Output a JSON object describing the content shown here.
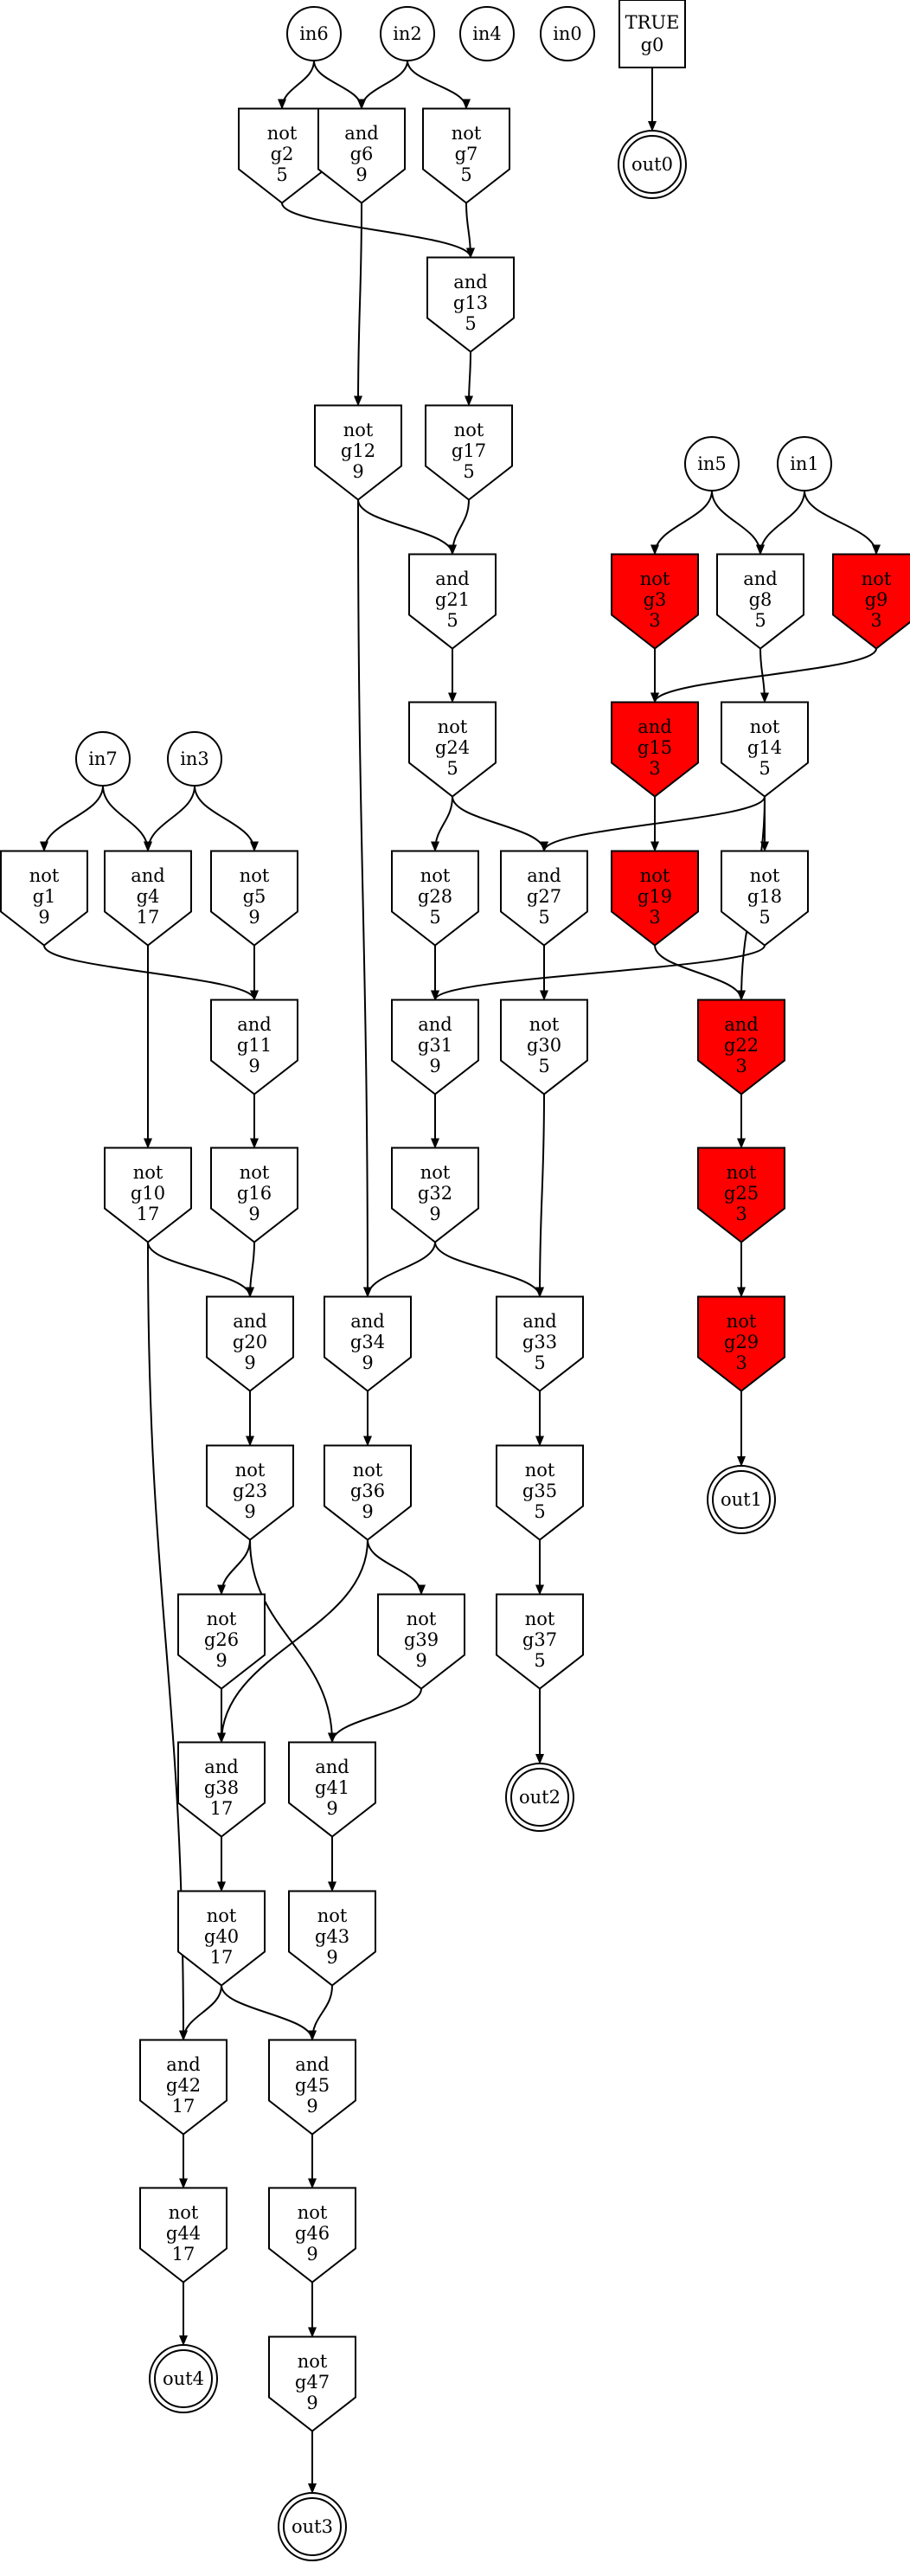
{
  "style": {
    "highlight_fill": "#ff0000",
    "default_fill": "#ffffff",
    "stroke": "#000000"
  },
  "nodes": [
    {
      "id": "in6",
      "kind": "input",
      "lines": [
        "in6"
      ]
    },
    {
      "id": "in2",
      "kind": "input",
      "lines": [
        "in2"
      ]
    },
    {
      "id": "in4",
      "kind": "input",
      "lines": [
        "in4"
      ]
    },
    {
      "id": "in0",
      "kind": "input",
      "lines": [
        "in0"
      ]
    },
    {
      "id": "g0",
      "kind": "const",
      "lines": [
        "TRUE",
        "g0"
      ]
    },
    {
      "id": "out0",
      "kind": "output",
      "lines": [
        "out0"
      ]
    },
    {
      "id": "g2",
      "kind": "gate",
      "lines": [
        "not",
        "g2",
        "5"
      ]
    },
    {
      "id": "g6",
      "kind": "gate",
      "lines": [
        "and",
        "g6",
        "9"
      ]
    },
    {
      "id": "g7",
      "kind": "gate",
      "lines": [
        "not",
        "g7",
        "5"
      ]
    },
    {
      "id": "g13",
      "kind": "gate",
      "lines": [
        "and",
        "g13",
        "5"
      ]
    },
    {
      "id": "g12",
      "kind": "gate",
      "lines": [
        "not",
        "g12",
        "9"
      ]
    },
    {
      "id": "g17",
      "kind": "gate",
      "lines": [
        "not",
        "g17",
        "5"
      ]
    },
    {
      "id": "in5",
      "kind": "input",
      "lines": [
        "in5"
      ]
    },
    {
      "id": "in1",
      "kind": "input",
      "lines": [
        "in1"
      ]
    },
    {
      "id": "g3",
      "kind": "gate",
      "highlight": true,
      "lines": [
        "not",
        "g3",
        "3"
      ]
    },
    {
      "id": "g8",
      "kind": "gate",
      "lines": [
        "and",
        "g8",
        "5"
      ]
    },
    {
      "id": "g9",
      "kind": "gate",
      "highlight": true,
      "lines": [
        "not",
        "g9",
        "3"
      ]
    },
    {
      "id": "g21",
      "kind": "gate",
      "lines": [
        "and",
        "g21",
        "5"
      ]
    },
    {
      "id": "g15",
      "kind": "gate",
      "highlight": true,
      "lines": [
        "and",
        "g15",
        "3"
      ]
    },
    {
      "id": "g14",
      "kind": "gate",
      "lines": [
        "not",
        "g14",
        "5"
      ]
    },
    {
      "id": "in7",
      "kind": "input",
      "lines": [
        "in7"
      ]
    },
    {
      "id": "in3",
      "kind": "input",
      "lines": [
        "in3"
      ]
    },
    {
      "id": "g24",
      "kind": "gate",
      "lines": [
        "not",
        "g24",
        "5"
      ]
    },
    {
      "id": "g1",
      "kind": "gate",
      "lines": [
        "not",
        "g1",
        "9"
      ]
    },
    {
      "id": "g4",
      "kind": "gate",
      "lines": [
        "and",
        "g4",
        "17"
      ]
    },
    {
      "id": "g5",
      "kind": "gate",
      "lines": [
        "not",
        "g5",
        "9"
      ]
    },
    {
      "id": "g28",
      "kind": "gate",
      "lines": [
        "not",
        "g28",
        "5"
      ]
    },
    {
      "id": "g27",
      "kind": "gate",
      "lines": [
        "and",
        "g27",
        "5"
      ]
    },
    {
      "id": "g19",
      "kind": "gate",
      "highlight": true,
      "lines": [
        "not",
        "g19",
        "3"
      ]
    },
    {
      "id": "g18",
      "kind": "gate",
      "lines": [
        "not",
        "g18",
        "5"
      ]
    },
    {
      "id": "g11",
      "kind": "gate",
      "lines": [
        "and",
        "g11",
        "9"
      ]
    },
    {
      "id": "g31",
      "kind": "gate",
      "lines": [
        "and",
        "g31",
        "9"
      ]
    },
    {
      "id": "g30",
      "kind": "gate",
      "lines": [
        "not",
        "g30",
        "5"
      ]
    },
    {
      "id": "g22",
      "kind": "gate",
      "highlight": true,
      "lines": [
        "and",
        "g22",
        "3"
      ]
    },
    {
      "id": "g10",
      "kind": "gate",
      "lines": [
        "not",
        "g10",
        "17"
      ]
    },
    {
      "id": "g16",
      "kind": "gate",
      "lines": [
        "not",
        "g16",
        "9"
      ]
    },
    {
      "id": "g32",
      "kind": "gate",
      "lines": [
        "not",
        "g32",
        "9"
      ]
    },
    {
      "id": "g25",
      "kind": "gate",
      "highlight": true,
      "lines": [
        "not",
        "g25",
        "3"
      ]
    },
    {
      "id": "g20",
      "kind": "gate",
      "lines": [
        "and",
        "g20",
        "9"
      ]
    },
    {
      "id": "g34",
      "kind": "gate",
      "lines": [
        "and",
        "g34",
        "9"
      ]
    },
    {
      "id": "g33",
      "kind": "gate",
      "lines": [
        "and",
        "g33",
        "5"
      ]
    },
    {
      "id": "g29",
      "kind": "gate",
      "highlight": true,
      "lines": [
        "not",
        "g29",
        "3"
      ]
    },
    {
      "id": "g23",
      "kind": "gate",
      "lines": [
        "not",
        "g23",
        "9"
      ]
    },
    {
      "id": "g36",
      "kind": "gate",
      "lines": [
        "not",
        "g36",
        "9"
      ]
    },
    {
      "id": "g35",
      "kind": "gate",
      "lines": [
        "not",
        "g35",
        "5"
      ]
    },
    {
      "id": "out1",
      "kind": "output",
      "lines": [
        "out1"
      ]
    },
    {
      "id": "g26",
      "kind": "gate",
      "lines": [
        "not",
        "g26",
        "9"
      ]
    },
    {
      "id": "g39",
      "kind": "gate",
      "lines": [
        "not",
        "g39",
        "9"
      ]
    },
    {
      "id": "g37",
      "kind": "gate",
      "lines": [
        "not",
        "g37",
        "5"
      ]
    },
    {
      "id": "g38",
      "kind": "gate",
      "lines": [
        "and",
        "g38",
        "17"
      ]
    },
    {
      "id": "g41",
      "kind": "gate",
      "lines": [
        "and",
        "g41",
        "9"
      ]
    },
    {
      "id": "out2",
      "kind": "output",
      "lines": [
        "out2"
      ]
    },
    {
      "id": "g40",
      "kind": "gate",
      "lines": [
        "not",
        "g40",
        "17"
      ]
    },
    {
      "id": "g43",
      "kind": "gate",
      "lines": [
        "not",
        "g43",
        "9"
      ]
    },
    {
      "id": "g42",
      "kind": "gate",
      "lines": [
        "and",
        "g42",
        "17"
      ]
    },
    {
      "id": "g45",
      "kind": "gate",
      "lines": [
        "and",
        "g45",
        "9"
      ]
    },
    {
      "id": "g44",
      "kind": "gate",
      "lines": [
        "not",
        "g44",
        "17"
      ]
    },
    {
      "id": "g46",
      "kind": "gate",
      "lines": [
        "not",
        "g46",
        "9"
      ]
    },
    {
      "id": "out4",
      "kind": "output",
      "lines": [
        "out4"
      ]
    },
    {
      "id": "g47",
      "kind": "gate",
      "lines": [
        "not",
        "g47",
        "9"
      ]
    },
    {
      "id": "out3",
      "kind": "output",
      "lines": [
        "out3"
      ]
    }
  ],
  "edges": [
    [
      "in6",
      "g2"
    ],
    [
      "in6",
      "g6"
    ],
    [
      "in2",
      "g6"
    ],
    [
      "in2",
      "g7"
    ],
    [
      "g0",
      "out0"
    ],
    [
      "g2",
      "g13"
    ],
    [
      "g7",
      "g13"
    ],
    [
      "g6",
      "g12"
    ],
    [
      "g13",
      "g17"
    ],
    [
      "g12",
      "g21"
    ],
    [
      "g17",
      "g21"
    ],
    [
      "g12",
      "g34"
    ],
    [
      "in5",
      "g3"
    ],
    [
      "in5",
      "g8"
    ],
    [
      "in1",
      "g8"
    ],
    [
      "in1",
      "g9"
    ],
    [
      "g3",
      "g15"
    ],
    [
      "g9",
      "g15"
    ],
    [
      "g8",
      "g14"
    ],
    [
      "g21",
      "g24"
    ],
    [
      "g24",
      "g28"
    ],
    [
      "g24",
      "g27"
    ],
    [
      "g14",
      "g27"
    ],
    [
      "g15",
      "g19"
    ],
    [
      "g14",
      "g18"
    ],
    [
      "g14",
      "g22"
    ],
    [
      "g19",
      "g22"
    ],
    [
      "in7",
      "g1"
    ],
    [
      "in7",
      "g4"
    ],
    [
      "in3",
      "g4"
    ],
    [
      "in3",
      "g5"
    ],
    [
      "g1",
      "g11"
    ],
    [
      "g5",
      "g11"
    ],
    [
      "g28",
      "g31"
    ],
    [
      "g18",
      "g31"
    ],
    [
      "g27",
      "g30"
    ],
    [
      "g4",
      "g10"
    ],
    [
      "g11",
      "g16"
    ],
    [
      "g31",
      "g32"
    ],
    [
      "g22",
      "g25"
    ],
    [
      "g10",
      "g20"
    ],
    [
      "g16",
      "g20"
    ],
    [
      "g32",
      "g34"
    ],
    [
      "g32",
      "g33"
    ],
    [
      "g30",
      "g33"
    ],
    [
      "g25",
      "g29"
    ],
    [
      "g20",
      "g23"
    ],
    [
      "g34",
      "g36"
    ],
    [
      "g33",
      "g35"
    ],
    [
      "g29",
      "out1"
    ],
    [
      "g23",
      "g26"
    ],
    [
      "g36",
      "g39"
    ],
    [
      "g35",
      "g37"
    ],
    [
      "g26",
      "g38"
    ],
    [
      "g36",
      "g38"
    ],
    [
      "g23",
      "g41"
    ],
    [
      "g39",
      "g41"
    ],
    [
      "g37",
      "out2"
    ],
    [
      "g38",
      "g40"
    ],
    [
      "g41",
      "g43"
    ],
    [
      "g10",
      "g42"
    ],
    [
      "g40",
      "g42"
    ],
    [
      "g40",
      "g45"
    ],
    [
      "g43",
      "g45"
    ],
    [
      "g42",
      "g44"
    ],
    [
      "g45",
      "g46"
    ],
    [
      "g44",
      "out4"
    ],
    [
      "g46",
      "g47"
    ],
    [
      "g47",
      "out3"
    ]
  ]
}
